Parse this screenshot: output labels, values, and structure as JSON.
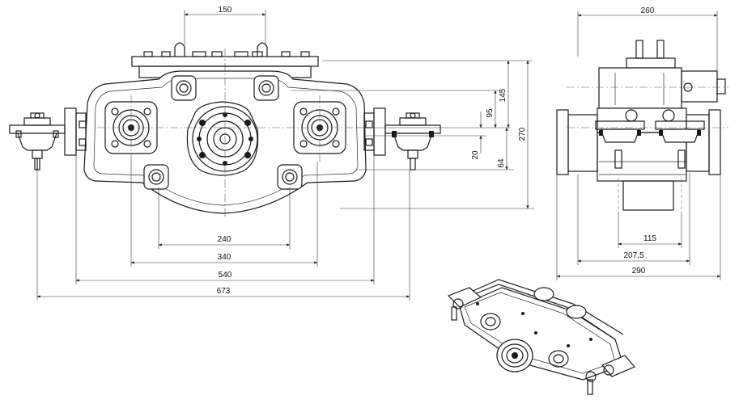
{
  "dimensions": {
    "front": {
      "d150": "150",
      "d95": "95",
      "d145": "145",
      "d270": "270",
      "d20": "20",
      "d64": "64",
      "d240": "240",
      "d340": "340",
      "d540": "540",
      "d673": "673"
    },
    "side": {
      "d260": "260",
      "d115": "115",
      "d207": "207,5",
      "d290": "290"
    }
  },
  "colors": {
    "line": "#1a1a1a",
    "background": "#ffffff"
  }
}
